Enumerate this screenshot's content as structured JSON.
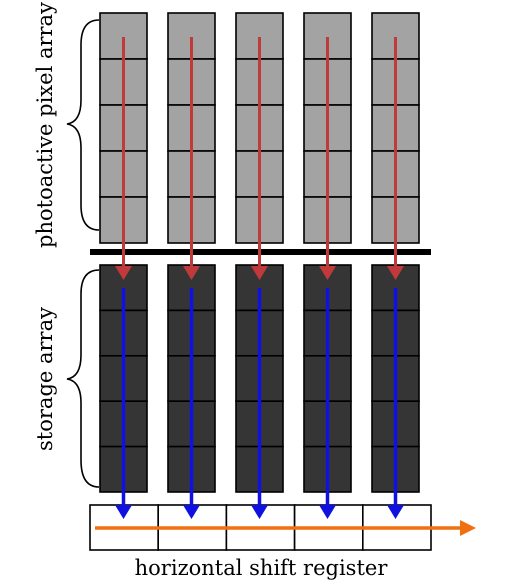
{
  "labels": {
    "photoactive": "photoactive pixel array",
    "storage": "storage array",
    "register": "horizontal shift register"
  },
  "structure": {
    "columns": 5,
    "rows_per_array": 5,
    "register_cells": 5
  },
  "colors": {
    "photoactive_fill": "#a3a3a3",
    "storage_fill": "#353535",
    "register_fill": "#ffffff",
    "outline": "#000000",
    "divider": "#000000",
    "red_arrow": "#c0393b",
    "blue_arrow": "#1010e0",
    "orange_arrow": "#f07010"
  },
  "icons": {
    "brace": "curly-brace-icon",
    "arrowhead": "triangle-arrowhead-icon"
  }
}
